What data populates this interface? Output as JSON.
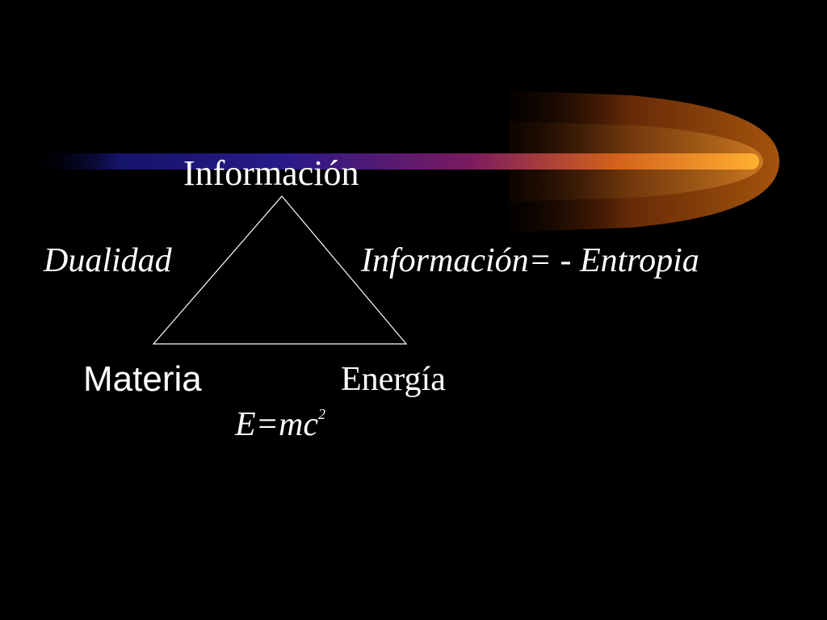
{
  "slide": {
    "background": "#000000",
    "text_color": "#ffffff",
    "accent_colors": [
      "#1a1a7a",
      "#8a1a5a",
      "#e07a10",
      "#ffb030"
    ]
  },
  "diagram": {
    "top": "Información",
    "left_edge": "Dualidad",
    "right_edge": "Información= - Entropia",
    "bottom_left": "Materia",
    "bottom_right": "Energía",
    "formula_base": "E=mc",
    "formula_exponent": "2"
  }
}
